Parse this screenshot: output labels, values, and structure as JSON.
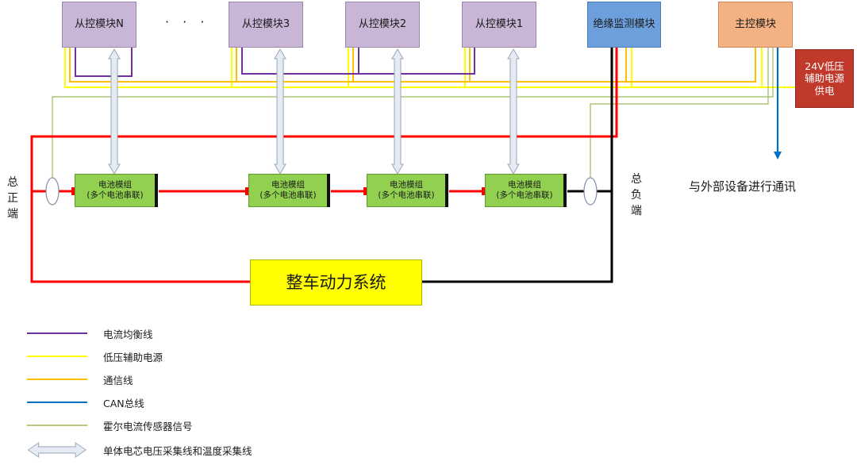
{
  "slave_modules": [
    {
      "label": "从控模块N"
    },
    {
      "label": "从控模块3"
    },
    {
      "label": "从控模块2"
    },
    {
      "label": "从控模块1"
    }
  ],
  "ellipsis": "· · ·",
  "insulation_module": "绝缘监测模块",
  "master_module": "主控模块",
  "power_supply": "24V低压辅助电源供电",
  "external_comm": "与外部设备进行通讯",
  "total_positive": "总正端",
  "total_negative": "总负端",
  "battery_module": {
    "line1": "电池模组",
    "line2": "(多个电池串联)"
  },
  "vehicle_system": "整车动力系统",
  "colors": {
    "balance": "#7030a0",
    "aux_power": "#ffff00",
    "comm": "#ffc000",
    "can": "#0070c0",
    "hall": "#9bbb59",
    "power_pos": "#ff0000",
    "power_neg": "#000000",
    "arrow_fill": "#e6eaf2",
    "arrow_stroke": "#9aa6b8"
  },
  "legend": [
    {
      "key": "balance",
      "label": "电流均衡线"
    },
    {
      "key": "aux_power",
      "label": "低压辅助电源"
    },
    {
      "key": "comm",
      "label": "通信线"
    },
    {
      "key": "can",
      "label": "CAN总线"
    },
    {
      "key": "hall",
      "label": "霍尔电流传感器信号"
    },
    {
      "key": "arrow",
      "label": "单体电芯电压采集线和温度采集线"
    }
  ]
}
